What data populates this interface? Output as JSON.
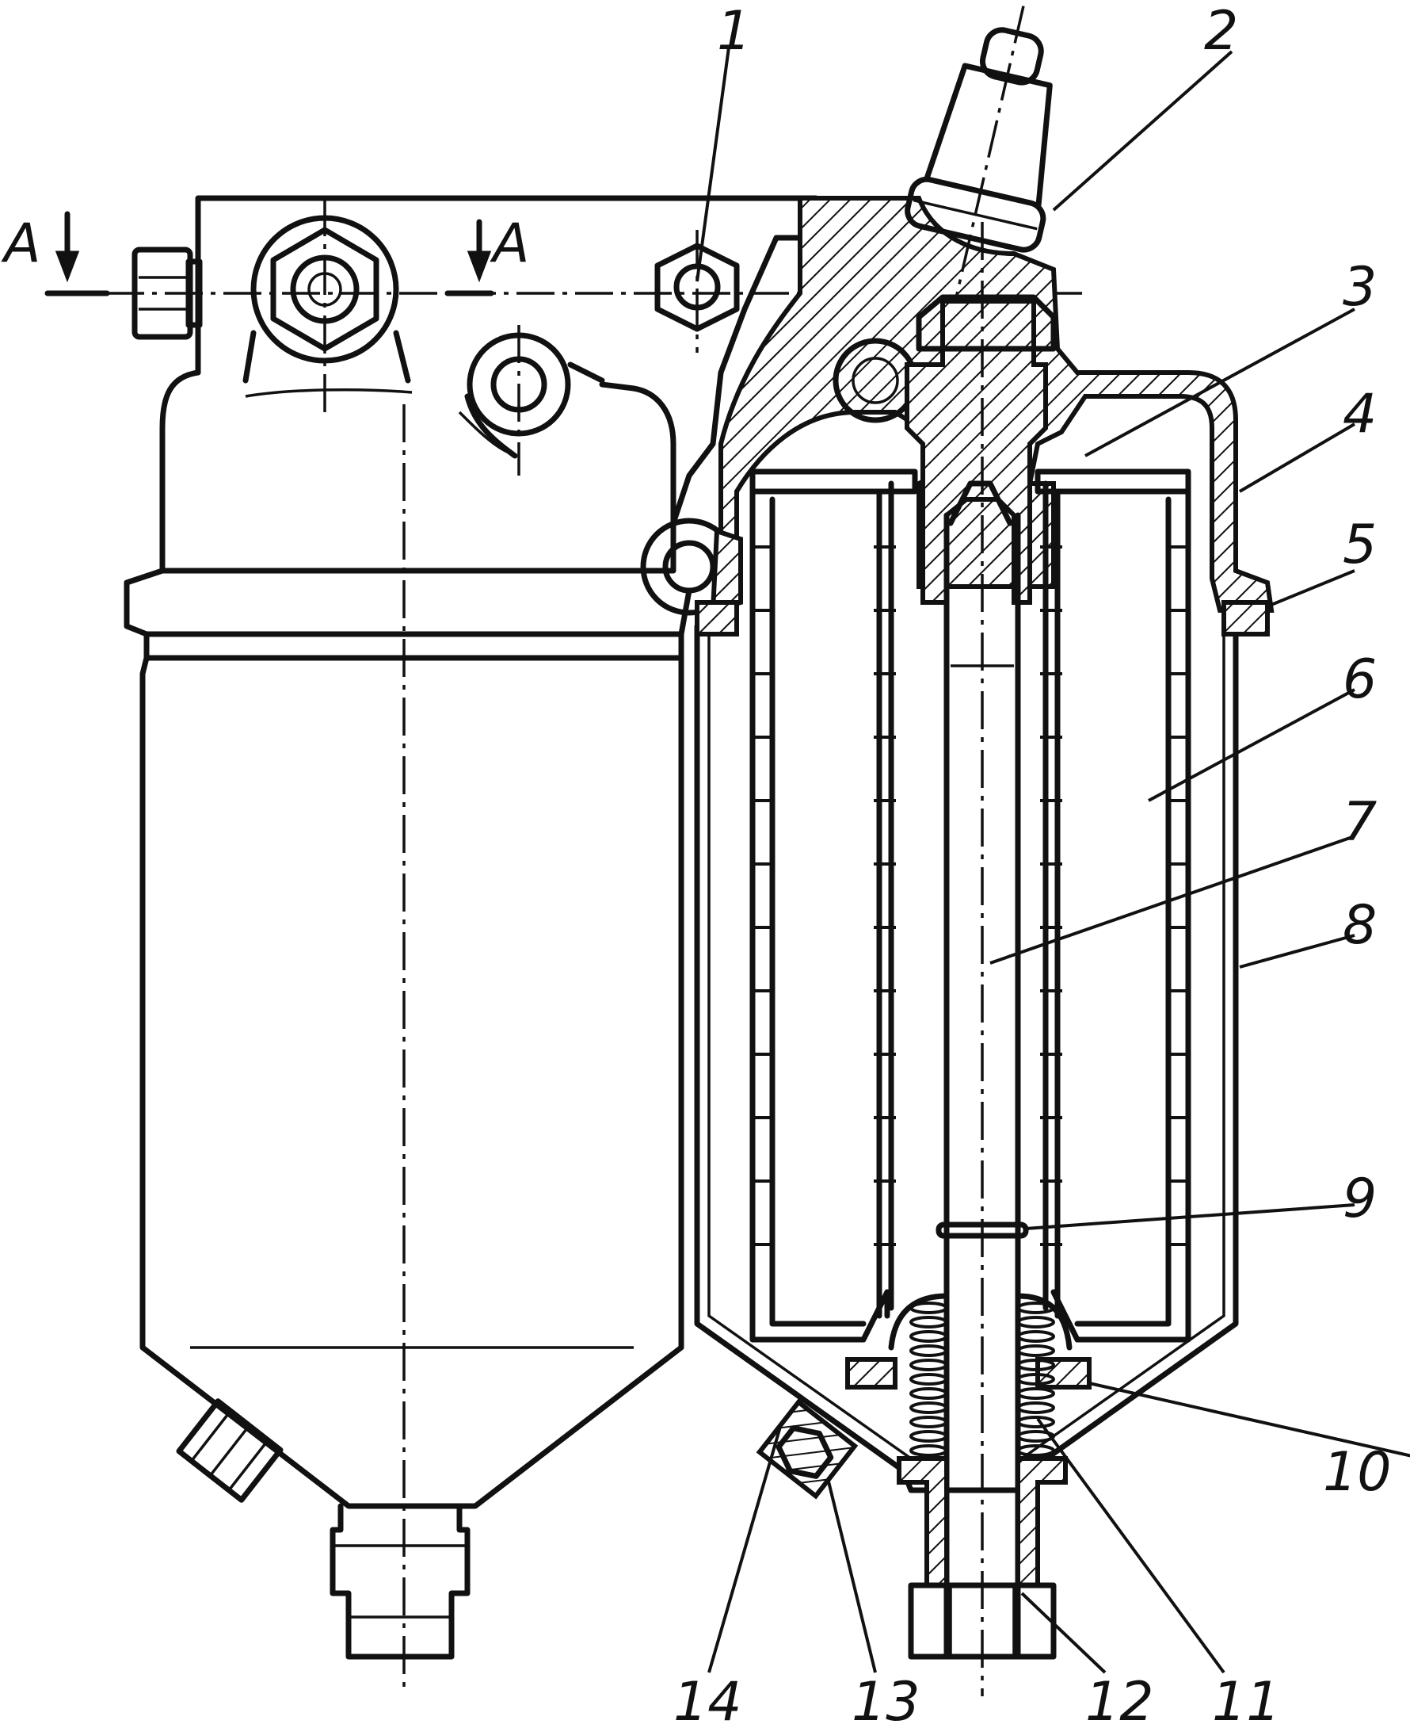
{
  "section": {
    "marker_left": "A",
    "marker_right": "A"
  },
  "callouts": [
    {
      "id": "1",
      "label": "1"
    },
    {
      "id": "2",
      "label": "2"
    },
    {
      "id": "3",
      "label": "3"
    },
    {
      "id": "4",
      "label": "4"
    },
    {
      "id": "5",
      "label": "5"
    },
    {
      "id": "6",
      "label": "6"
    },
    {
      "id": "7",
      "label": "7"
    },
    {
      "id": "8",
      "label": "8"
    },
    {
      "id": "9",
      "label": "9"
    },
    {
      "id": "10",
      "label": "10"
    },
    {
      "id": "11",
      "label": "11"
    },
    {
      "id": "12",
      "label": "12"
    },
    {
      "id": "13",
      "label": "13"
    },
    {
      "id": "14",
      "label": "14"
    }
  ]
}
